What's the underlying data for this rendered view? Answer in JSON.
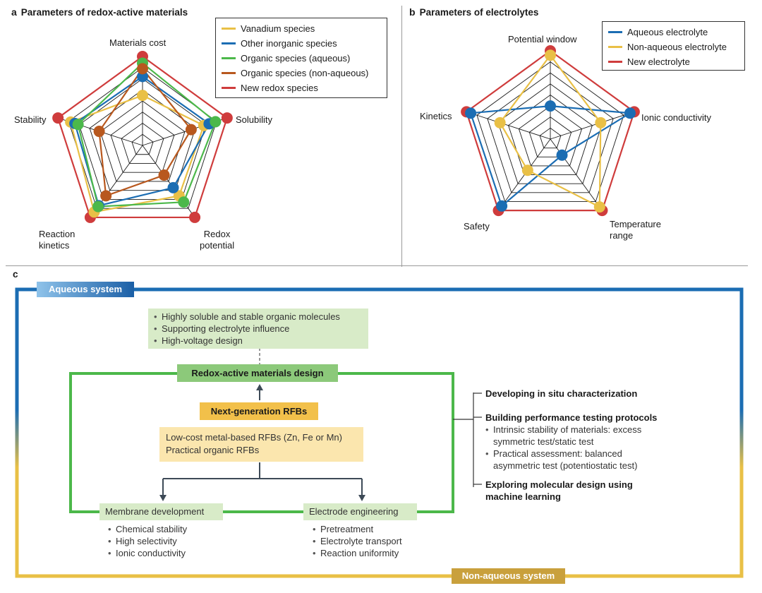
{
  "panel_a": {
    "letter": "a",
    "title": "Parameters of redox-active materials",
    "axes": [
      "Materials cost",
      "Solubility",
      "Redox potential",
      "Reaction kinetics",
      "Stability"
    ],
    "axis_labels": {
      "top": "Materials cost",
      "right": "Solubility",
      "bottom_right_1": "Redox",
      "bottom_right_2": "potential",
      "bottom_left_1": "Reaction",
      "bottom_left_2": "kinetics",
      "left": "Stability"
    },
    "legend": [
      {
        "label": "Vanadium species",
        "color": "#e9c046"
      },
      {
        "label": "Other inorganic species",
        "color": "#1b6db3"
      },
      {
        "label": "Organic species (aqueous)",
        "color": "#4cb84a"
      },
      {
        "label": "Organic species (non-aqueous)",
        "color": "#b8581e"
      },
      {
        "label": "New redox species",
        "color": "#cf3c3c"
      }
    ]
  },
  "panel_b": {
    "letter": "b",
    "title": "Parameters of electrolytes",
    "axes": [
      "Potential window",
      "Ionic conductivity",
      "Temperature range",
      "Safety",
      "Kinetics"
    ],
    "axis_labels": {
      "top": "Potential window",
      "right": "Ionic conductivity",
      "bottom_right_1": "Temperature",
      "bottom_right_2": "range",
      "bottom_left": "Safety",
      "left": "Kinetics"
    },
    "legend": [
      {
        "label": "Aqueous electrolyte",
        "color": "#1b6db3"
      },
      {
        "label": "Non-aqueous electrolyte",
        "color": "#e9c046"
      },
      {
        "label": "New electrolyte",
        "color": "#cf3c3c"
      }
    ]
  },
  "chart_data": [
    {
      "type": "radar",
      "title": "Parameters of redox-active materials",
      "axes": [
        "Materials cost",
        "Solubility",
        "Redox potential",
        "Reaction kinetics",
        "Stability"
      ],
      "scale": [
        0,
        8
      ],
      "series": [
        {
          "name": "Vanadium species",
          "color": "#e9c046",
          "values": [
            4.5,
            5.8,
            5.6,
            7.4,
            6.8
          ]
        },
        {
          "name": "Other inorganic species",
          "color": "#1b6db3",
          "values": [
            6.2,
            6.3,
            4.7,
            6.7,
            6.4
          ]
        },
        {
          "name": "Organic species (aqueous)",
          "color": "#4cb84a",
          "values": [
            7.4,
            6.9,
            6.3,
            6.8,
            6.1
          ]
        },
        {
          "name": "Organic species (non-aqueous)",
          "color": "#b8581e",
          "values": [
            6.9,
            4.6,
            3.3,
            5.6,
            4.1
          ]
        },
        {
          "name": "New redox species",
          "color": "#cf3c3c",
          "values": [
            8,
            8,
            8,
            8,
            8
          ]
        }
      ]
    },
    {
      "type": "radar",
      "title": "Parameters of electrolytes",
      "axes": [
        "Potential window",
        "Ionic conductivity",
        "Temperature range",
        "Safety",
        "Kinetics"
      ],
      "scale": [
        0,
        8
      ],
      "series": [
        {
          "name": "Aqueous electrolyte",
          "color": "#1b6db3",
          "values": [
            3.0,
            7.6,
            1.8,
            7.5,
            7.6
          ]
        },
        {
          "name": "Non-aqueous electrolyte",
          "color": "#e9c046",
          "values": [
            7.6,
            4.8,
            7.6,
            3.5,
            4.8
          ]
        },
        {
          "name": "New electrolyte",
          "color": "#cf3c3c",
          "values": [
            8,
            8,
            8,
            8,
            8
          ]
        }
      ]
    }
  ],
  "panel_c": {
    "letter": "c",
    "aqueous_label": "Aqueous system",
    "non_aqueous_label": "Non-aqueous system",
    "top_bullets": [
      "Highly soluble and stable organic molecules",
      "Supporting electrolyte influence",
      "High-voltage design"
    ],
    "redox_design": "Redox-active materials design",
    "next_gen": "Next-generation RFBs",
    "rfb_lines": [
      "Low-cost metal-based RFBs (Zn, Fe or Mn)",
      "Practical organic RFBs"
    ],
    "membrane_title": "Membrane development",
    "membrane_bullets": [
      "Chemical stability",
      "High selectivity",
      "Ionic conductivity"
    ],
    "electrode_title": "Electrode engineering",
    "electrode_bullets": [
      "Pretreatment",
      "Electrolyte transport",
      "Reaction uniformity"
    ],
    "right": {
      "item1": "Developing in situ characterization",
      "item2": "Building performance testing protocols",
      "item2_bullets": [
        "Intrinsic stability of materials: excess symmetric test/static test",
        "Practical assessment: balanced asymmetric test (potentiostatic test)"
      ],
      "item3": "Exploring molecular design using machine learning"
    },
    "colors": {
      "blue": "#1b6db3",
      "gold": "#e9c046",
      "green": "#4cb84a",
      "light_green": "#d8ebc8",
      "mid_green": "#8cc97a",
      "light_gold": "#fbe6ae",
      "gold_label": "#c9a03c",
      "arrow": "#3d4a57"
    }
  }
}
